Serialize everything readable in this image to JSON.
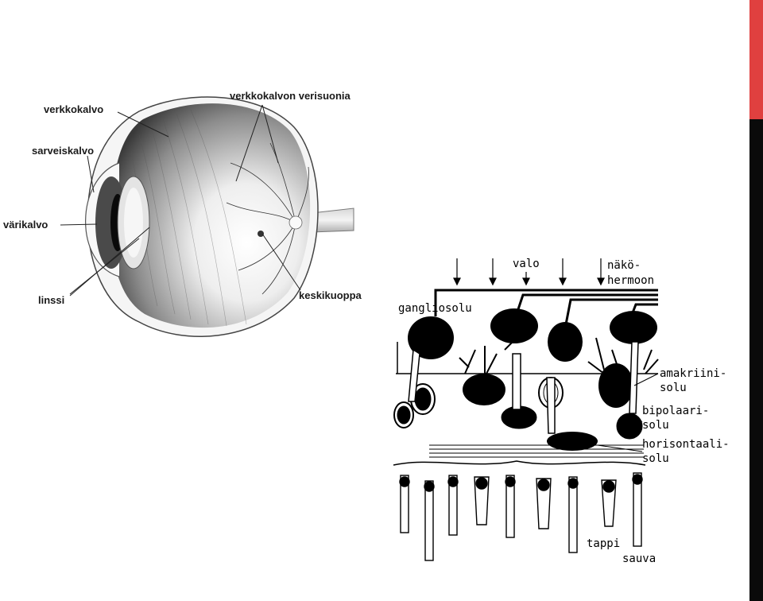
{
  "colors": {
    "accent_top": "#e0403f",
    "accent_bottom": "#0a0a0a"
  },
  "eye_diagram": {
    "labels": {
      "verkkokalvo": "verkkokalvo",
      "sarveiskalvo": "sarveiskalvo",
      "varikalvo": "värikalvo",
      "linssi": "linssi",
      "verisuonia": "verkkokalvon verisuonia",
      "keskikuoppa": "keskikuoppa"
    }
  },
  "retina_diagram": {
    "labels": {
      "valo": "valo",
      "nako_1": "näkö-",
      "nako_2": "hermoon",
      "gangliosolu": "gangliosolu",
      "amakriini_1": "amakriini-",
      "amakriini_2": "solu",
      "bipolaari_1": "bipolaari-",
      "bipolaari_2": "solu",
      "horisontaali_1": "horisontaali-",
      "horisontaali_2": "solu",
      "tappi": "tappi",
      "sauva": "sauva"
    }
  }
}
